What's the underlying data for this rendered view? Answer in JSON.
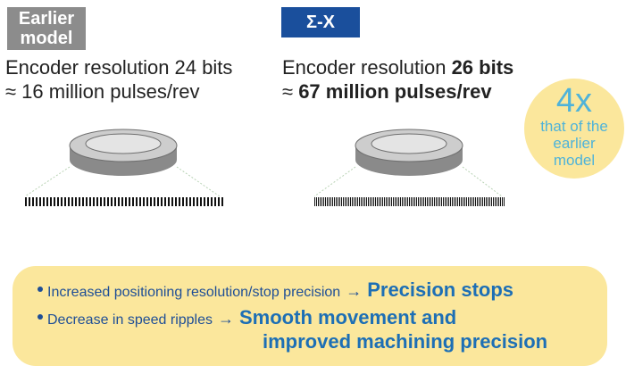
{
  "left": {
    "badge_line1": "Earlier",
    "badge_line2": "model",
    "spec_line1": "Encoder resolution 24 bits",
    "spec_line2": "≈ 16 million pulses/rev"
  },
  "right": {
    "badge": "Σ-X",
    "spec_prefix1": "Encoder resolution ",
    "spec_bold1": "26 bits",
    "spec_prefix2": "≈ ",
    "spec_bold2": "67 million pulses/rev"
  },
  "bubble": {
    "multiplier": "4x",
    "line1": "that of the",
    "line2": "earlier",
    "line3": "model"
  },
  "benefits": {
    "item1_text": "Increased positioning resolution/stop precision",
    "item1_arrow": "→",
    "item1_result": "Precision stops",
    "item2_text": "Decrease in speed ripples",
    "item2_arrow": "→",
    "item2_result_line1": "Smooth movement and",
    "item2_result_line2": "improved machining precision"
  },
  "colors": {
    "gray_badge": "#8c8c8c",
    "blue_badge": "#1a4f9c",
    "highlight_yellow": "#fbe79c",
    "bubble_text": "#4fb3d9",
    "result_blue": "#1d6fb5"
  }
}
